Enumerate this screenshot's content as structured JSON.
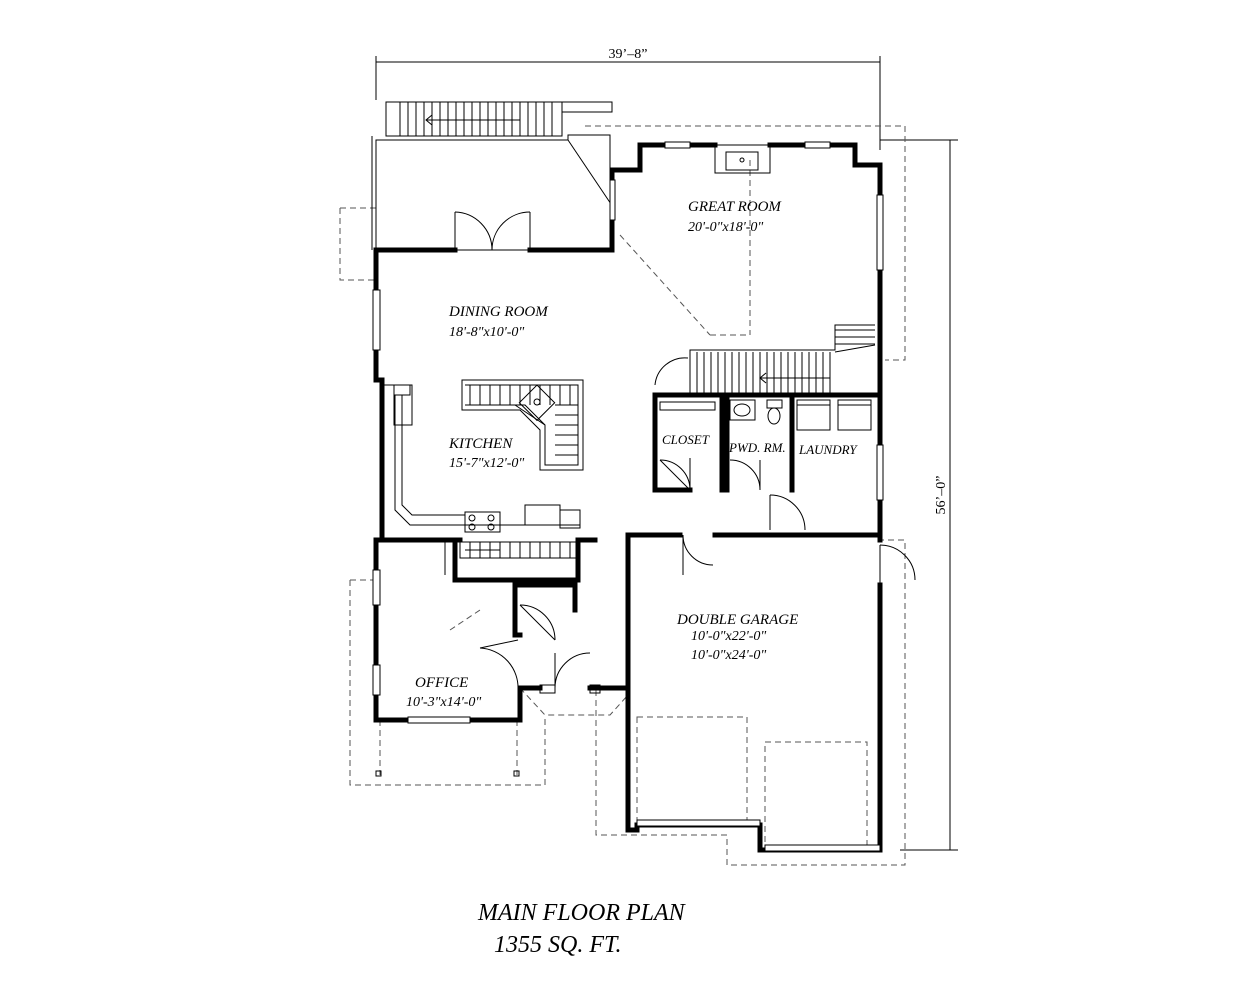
{
  "plan": {
    "title": "MAIN FLOOR PLAN",
    "area": "1355 SQ. FT.",
    "width_dimension": "39’–8”",
    "depth_dimension": "56’–0”"
  },
  "rooms": {
    "great_room": {
      "name": "GREAT ROOM",
      "size": "20'-0\"x18'-0\""
    },
    "dining_room": {
      "name": "DINING ROOM",
      "size": "18'-8\"x10'-0\""
    },
    "kitchen": {
      "name": "KITCHEN",
      "size": "15'-7\"x12'-0\""
    },
    "closet": {
      "name": "CLOSET"
    },
    "powder_room": {
      "name": "PWD. RM."
    },
    "laundry": {
      "name": "LAUNDRY"
    },
    "garage": {
      "name": "DOUBLE GARAGE",
      "size_1": "10'-0\"x22'-0\"",
      "size_2": "10'-0\"x24'-0\""
    },
    "office": {
      "name": "OFFICE",
      "size": "10'-3\"x14'-0\""
    }
  }
}
